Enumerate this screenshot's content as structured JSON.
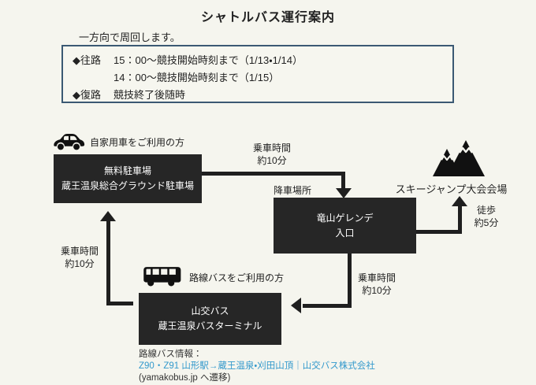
{
  "page": {
    "title": "シャトルバス運行案内",
    "subtitle": "一方向で周回します。"
  },
  "schedule": {
    "outbound_label": "◆往路",
    "outbound_time1": "15：00～競技開始時刻まで（1/13・1/14）",
    "outbound_time2": "14：00～競技開始時刻まで（1/15）",
    "return_label": "◆復路",
    "return_value": "競技終了後随時"
  },
  "diagram": {
    "car_section_label": "自家用車をご利用の方",
    "bus_section_label": "路線バスをご利用の方",
    "dropoff_tag": "降車場所",
    "nodes": {
      "parking": {
        "line1": "無料駐車場",
        "line2": "蔵王温泉総合グラウンド駐車場"
      },
      "gelande": {
        "line1": "竜山ゲレンデ",
        "line2": "入口"
      },
      "terminal": {
        "line1": "山交バス",
        "line2": "蔵王温泉バスターミナル"
      },
      "venue": {
        "label": "スキージャンプ大会会場"
      }
    },
    "edges": {
      "parking_to_gelande": {
        "line1": "乗車時間",
        "line2": "約10分"
      },
      "gelande_to_venue": {
        "line1": "徒歩",
        "line2": "約5分"
      },
      "gelande_to_terminal": {
        "line1": "乗車時間",
        "line2": "約10分"
      },
      "terminal_to_parking": {
        "line1": "乗車時間",
        "line2": "約10分"
      }
    },
    "icons": {
      "car": "car-icon",
      "bus": "bus-icon",
      "mountain": "mountain-icon"
    }
  },
  "footer": {
    "info_label": "路線バス情報：",
    "link_text": "Z90・Z91 山形駅→蔵王温泉・刈田山頂｜山交バス株式会社",
    "link_note": "(yamakobus.jp へ遷移)"
  },
  "colors": {
    "background": "#f5f5ee",
    "node_background": "#262626",
    "node_text": "#ffffff",
    "schedule_border": "#3b5973",
    "arrow": "#1f1f1f",
    "link": "#3399cc"
  }
}
